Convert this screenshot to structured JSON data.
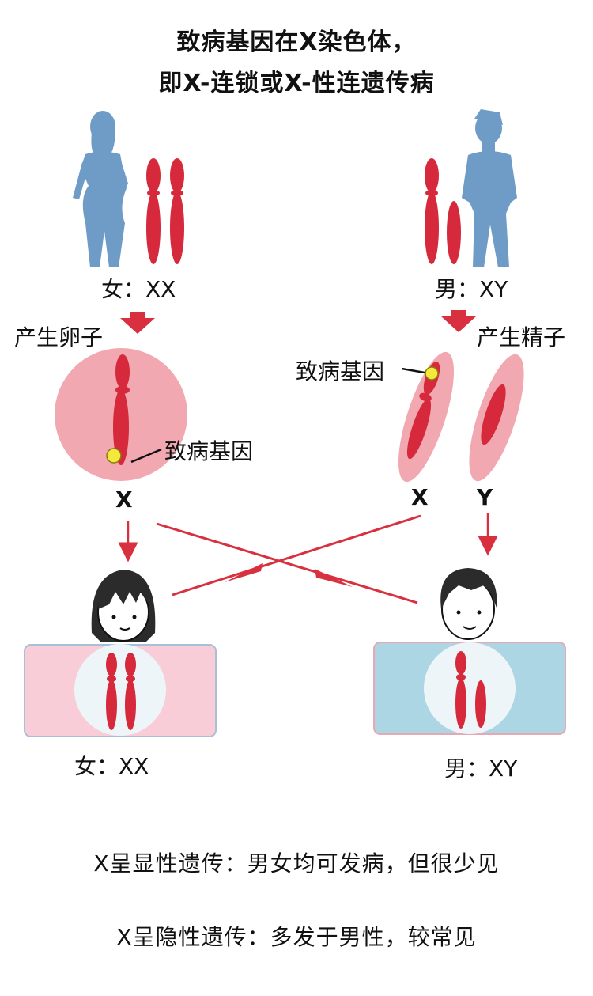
{
  "title": {
    "line1": "致病基因在X染色体，",
    "line2": "即X-连锁或X-性连遗传病"
  },
  "parents": {
    "female_label": "女：XX",
    "male_label": "男：XY"
  },
  "gametes": {
    "egg_label": "产生卵子",
    "sperm_label": "产生精子",
    "egg_gene_label": "致病基因",
    "sperm_gene_label": "致病基因",
    "egg_chrom": "X",
    "sperm_x_chrom": "X",
    "sperm_y_chrom": "Y"
  },
  "children": {
    "female_label": "女：XX",
    "male_label": "男：XY"
  },
  "footer": {
    "dominant": "X呈显性遗传：男女均可发病，但很少见",
    "recessive": "X呈隐性遗传：多发于男性，较常见"
  },
  "colors": {
    "chromosome": "#d62a3c",
    "silhouette": "#6f9cc6",
    "gamete_fill": "#f2a8b0",
    "gene_dot": "#f3e93a",
    "female_box": "#f9cdd8",
    "male_box": "#acd6e4",
    "arrow": "#d93040"
  }
}
